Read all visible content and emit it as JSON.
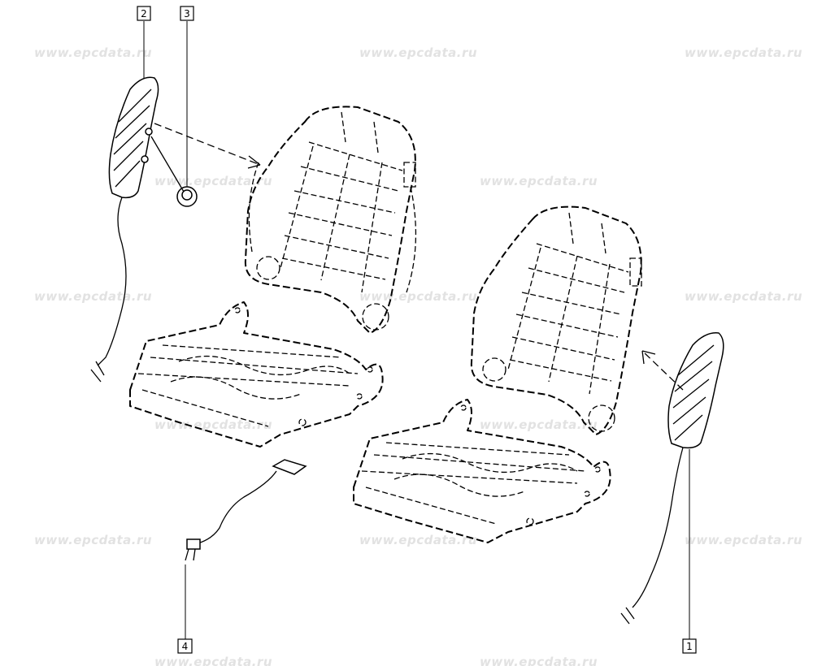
{
  "watermark": {
    "text": "www.epcdata.ru",
    "color": "#e2e2e2"
  },
  "callouts": [
    {
      "id": "1",
      "label": "1"
    },
    {
      "id": "2",
      "label": "2"
    },
    {
      "id": "3",
      "label": "3"
    },
    {
      "id": "4",
      "label": "4"
    }
  ]
}
